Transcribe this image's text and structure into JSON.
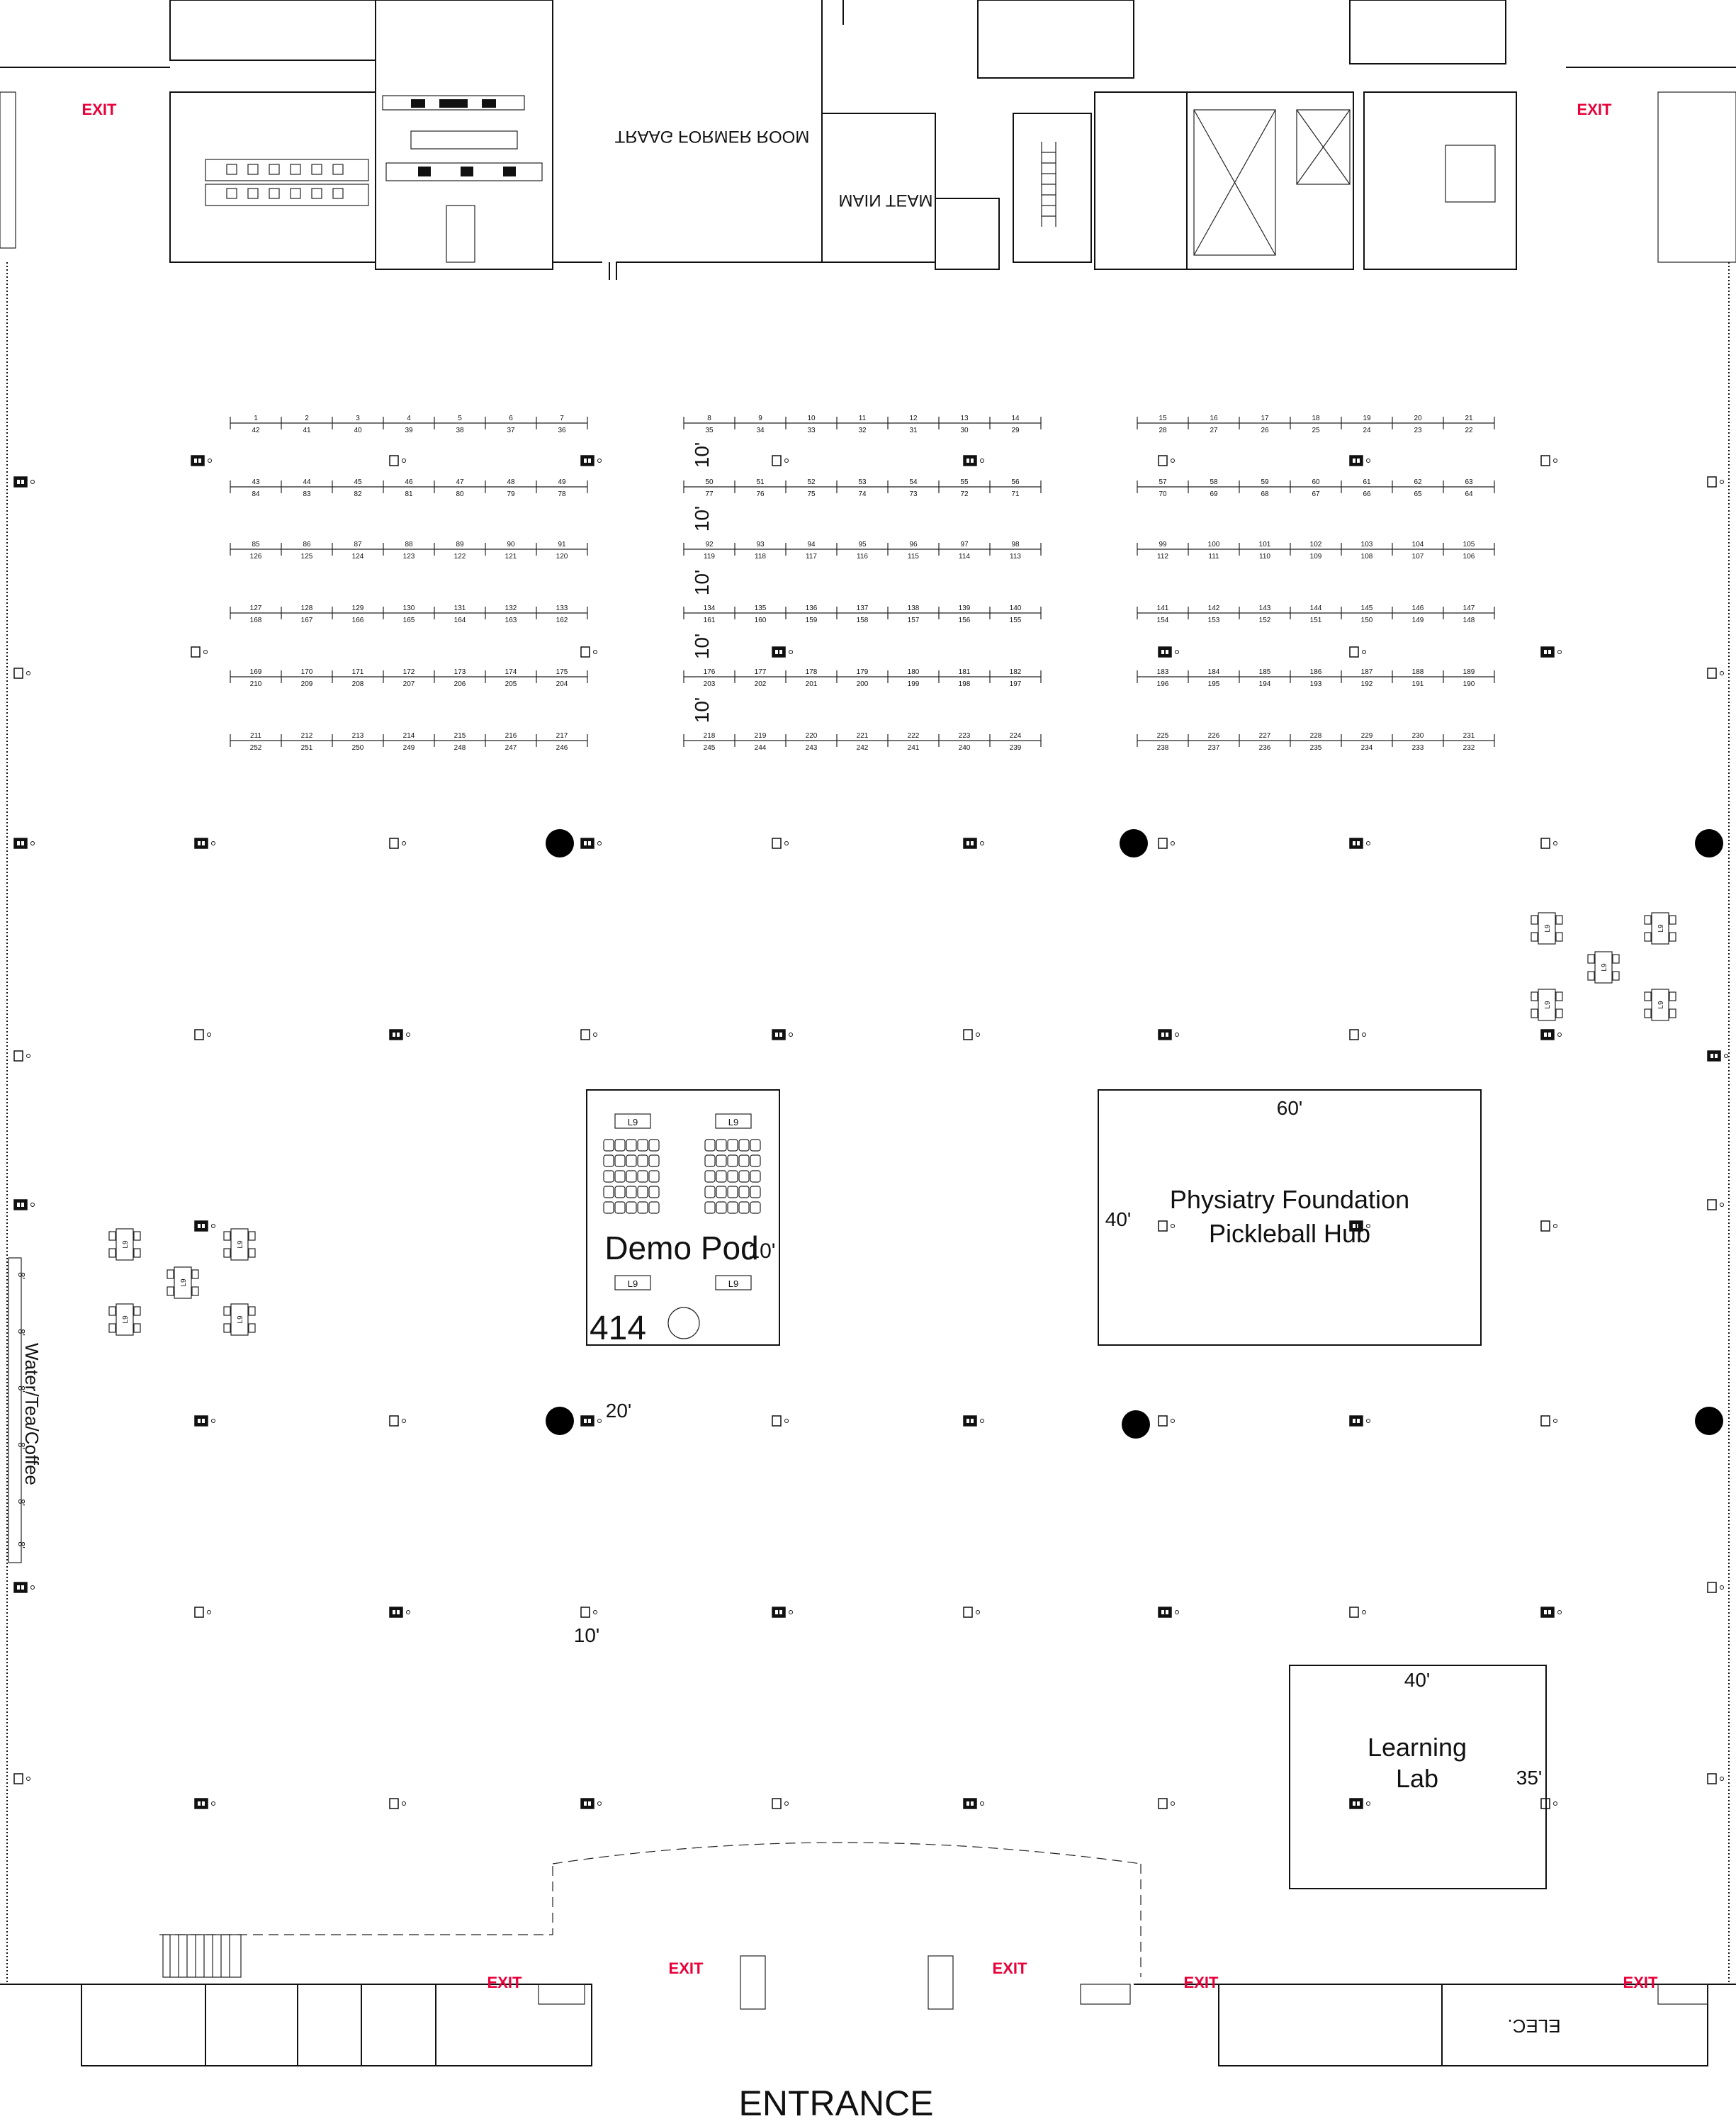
{
  "header_rooms": {
    "mirrored_sign_1": "TRAAG FORMER ROOM",
    "mirrored_sign_2": "MAIN TEAM"
  },
  "exits": {
    "label": "EXIT"
  },
  "aisle_dimension": "10'",
  "booth_rows": [
    {
      "blocks": [
        {
          "top": [
            1,
            2,
            3,
            4,
            5,
            6,
            7
          ],
          "bottom": [
            42,
            41,
            40,
            39,
            38,
            37,
            36
          ]
        },
        {
          "top": [
            8,
            9,
            10,
            11,
            12,
            13,
            14
          ],
          "bottom": [
            35,
            34,
            33,
            32,
            31,
            30,
            29
          ]
        },
        {
          "top": [
            15,
            16,
            17,
            18,
            19,
            20,
            21
          ],
          "bottom": [
            28,
            27,
            26,
            25,
            24,
            23,
            22
          ]
        }
      ]
    },
    {
      "blocks": [
        {
          "top": [
            43,
            44,
            45,
            46,
            47,
            48,
            49
          ],
          "bottom": [
            84,
            83,
            82,
            81,
            80,
            79,
            78
          ]
        },
        {
          "top": [
            50,
            51,
            52,
            53,
            54,
            55,
            56
          ],
          "bottom": [
            77,
            76,
            75,
            74,
            73,
            72,
            71
          ]
        },
        {
          "top": [
            57,
            58,
            59,
            60,
            61,
            62,
            63
          ],
          "bottom": [
            70,
            69,
            68,
            67,
            66,
            65,
            64
          ]
        }
      ]
    },
    {
      "blocks": [
        {
          "top": [
            85,
            86,
            87,
            88,
            89,
            90,
            91
          ],
          "bottom": [
            126,
            125,
            124,
            123,
            122,
            121,
            120
          ]
        },
        {
          "top": [
            92,
            93,
            94,
            95,
            96,
            97,
            98
          ],
          "bottom": [
            119,
            118,
            117,
            116,
            115,
            114,
            113
          ]
        },
        {
          "top": [
            99,
            100,
            101,
            102,
            103,
            104,
            105
          ],
          "bottom": [
            112,
            111,
            110,
            109,
            108,
            107,
            106
          ]
        }
      ]
    },
    {
      "blocks": [
        {
          "top": [
            127,
            128,
            129,
            130,
            131,
            132,
            133
          ],
          "bottom": [
            168,
            167,
            166,
            165,
            164,
            163,
            162
          ]
        },
        {
          "top": [
            134,
            135,
            136,
            137,
            138,
            139,
            140
          ],
          "bottom": [
            161,
            160,
            159,
            158,
            157,
            156,
            155
          ]
        },
        {
          "top": [
            141,
            142,
            143,
            144,
            145,
            146,
            147
          ],
          "bottom": [
            154,
            153,
            152,
            151,
            150,
            149,
            148
          ]
        }
      ]
    },
    {
      "blocks": [
        {
          "top": [
            169,
            170,
            171,
            172,
            173,
            174,
            175
          ],
          "bottom": [
            210,
            209,
            208,
            207,
            206,
            205,
            204
          ]
        },
        {
          "top": [
            176,
            177,
            178,
            179,
            180,
            181,
            182
          ],
          "bottom": [
            203,
            202,
            201,
            200,
            199,
            198,
            197
          ]
        },
        {
          "top": [
            183,
            184,
            185,
            186,
            187,
            188,
            189
          ],
          "bottom": [
            196,
            195,
            194,
            193,
            192,
            191,
            190
          ]
        }
      ]
    },
    {
      "blocks": [
        {
          "top": [
            211,
            212,
            213,
            214,
            215,
            216,
            217
          ],
          "bottom": [
            252,
            251,
            250,
            249,
            248,
            247,
            246
          ]
        },
        {
          "top": [
            218,
            219,
            220,
            221,
            222,
            223,
            224
          ],
          "bottom": [
            245,
            244,
            243,
            242,
            241,
            240,
            239
          ]
        },
        {
          "top": [
            225,
            226,
            227,
            228,
            229,
            230,
            231
          ],
          "bottom": [
            238,
            237,
            236,
            235,
            234,
            233,
            232
          ]
        }
      ]
    }
  ],
  "demo_pod": {
    "name": "Demo Pod",
    "number": "414",
    "dim_width": "20'",
    "dim_depth": "10'",
    "table_label": "L9"
  },
  "pickleball_hub": {
    "line1": "Physiatry Foundation",
    "line2": "Pickleball Hub",
    "dim_width": "60'",
    "dim_depth": "40'"
  },
  "learning_lab": {
    "line1": "Learning",
    "line2": "Lab",
    "dim_width": "40'",
    "dim_depth": "35'"
  },
  "dim_10_lower": "10'",
  "water_station": {
    "label": "Water/Tea/Coffee",
    "segment": "8'"
  },
  "lounge_table_label": "L9",
  "elec_label": "ELEC.",
  "entrance_label": "ENTRANCE",
  "colors": {
    "exit": "#e8003a",
    "line": "#111111"
  }
}
